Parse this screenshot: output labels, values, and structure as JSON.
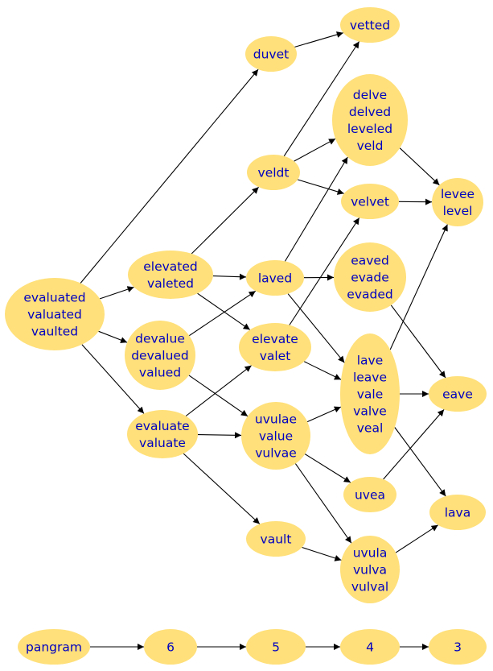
{
  "colors": {
    "node_fill": "#ffe07a",
    "node_text": "#0000c0",
    "edge": "#000000",
    "background": "#ffffff"
  },
  "nodes": [
    {
      "id": "evaluated",
      "lines": [
        "evaluated",
        "valuated",
        "vaulted"
      ]
    },
    {
      "id": "elevated",
      "lines": [
        "elevated",
        "valeted"
      ]
    },
    {
      "id": "devalue",
      "lines": [
        "devalue",
        "devalued",
        "valued"
      ]
    },
    {
      "id": "evaluate",
      "lines": [
        "evaluate",
        "valuate"
      ]
    },
    {
      "id": "duvet",
      "lines": [
        "duvet"
      ]
    },
    {
      "id": "veldt",
      "lines": [
        "veldt"
      ]
    },
    {
      "id": "laved",
      "lines": [
        "laved"
      ]
    },
    {
      "id": "elevate",
      "lines": [
        "elevate",
        "valet"
      ]
    },
    {
      "id": "uvulae",
      "lines": [
        "uvulae",
        "value",
        "vulvae"
      ]
    },
    {
      "id": "vault",
      "lines": [
        "vault"
      ]
    },
    {
      "id": "vetted",
      "lines": [
        "vetted"
      ]
    },
    {
      "id": "delve",
      "lines": [
        "delve",
        "delved",
        "leveled",
        "veld"
      ]
    },
    {
      "id": "velvet",
      "lines": [
        "velvet"
      ]
    },
    {
      "id": "eaved",
      "lines": [
        "eaved",
        "evade",
        "evaded"
      ]
    },
    {
      "id": "lave",
      "lines": [
        "lave",
        "leave",
        "vale",
        "valve",
        "veal"
      ]
    },
    {
      "id": "uvea",
      "lines": [
        "uvea"
      ]
    },
    {
      "id": "uvula",
      "lines": [
        "uvula",
        "vulva",
        "vulval"
      ]
    },
    {
      "id": "levee",
      "lines": [
        "levee",
        "level"
      ]
    },
    {
      "id": "eave",
      "lines": [
        "eave"
      ]
    },
    {
      "id": "lava",
      "lines": [
        "lava"
      ]
    },
    {
      "id": "pangram",
      "lines": [
        "pangram"
      ]
    },
    {
      "id": "n6",
      "lines": [
        "6"
      ]
    },
    {
      "id": "n5",
      "lines": [
        "5"
      ]
    },
    {
      "id": "n4",
      "lines": [
        "4"
      ]
    },
    {
      "id": "n3",
      "lines": [
        "3"
      ]
    }
  ],
  "edges": [
    [
      "evaluated",
      "duvet"
    ],
    [
      "evaluated",
      "elevated"
    ],
    [
      "evaluated",
      "devalue"
    ],
    [
      "evaluated",
      "evaluate"
    ],
    [
      "elevated",
      "veldt"
    ],
    [
      "elevated",
      "laved"
    ],
    [
      "elevated",
      "elevate"
    ],
    [
      "devalue",
      "laved"
    ],
    [
      "devalue",
      "uvulae"
    ],
    [
      "evaluate",
      "elevate"
    ],
    [
      "evaluate",
      "uvulae"
    ],
    [
      "evaluate",
      "vault"
    ],
    [
      "duvet",
      "vetted"
    ],
    [
      "veldt",
      "vetted"
    ],
    [
      "veldt",
      "delve"
    ],
    [
      "veldt",
      "velvet"
    ],
    [
      "laved",
      "delve"
    ],
    [
      "laved",
      "eaved"
    ],
    [
      "laved",
      "lave"
    ],
    [
      "elevate",
      "velvet"
    ],
    [
      "elevate",
      "lave"
    ],
    [
      "uvulae",
      "lave"
    ],
    [
      "uvulae",
      "uvea"
    ],
    [
      "uvulae",
      "uvula"
    ],
    [
      "vault",
      "uvula"
    ],
    [
      "delve",
      "levee"
    ],
    [
      "velvet",
      "levee"
    ],
    [
      "eaved",
      "eave"
    ],
    [
      "lave",
      "levee"
    ],
    [
      "lave",
      "eave"
    ],
    [
      "lave",
      "lava"
    ],
    [
      "uvea",
      "eave"
    ],
    [
      "uvula",
      "lava"
    ],
    [
      "pangram",
      "n6"
    ],
    [
      "n6",
      "n5"
    ],
    [
      "n5",
      "n4"
    ],
    [
      "n4",
      "n3"
    ]
  ]
}
